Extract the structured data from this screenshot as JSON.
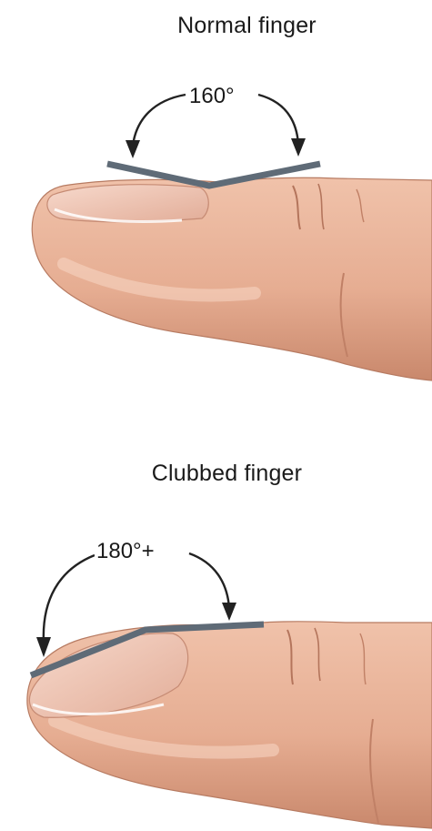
{
  "figure": {
    "panels": [
      {
        "title": "Normal finger",
        "angle": "160°"
      },
      {
        "title": "Clubbed finger",
        "angle": "180°+"
      }
    ]
  },
  "colors": {
    "skin": "#e8b49a",
    "skin_shadow": "#c98a6e",
    "nail": "#f2cfc0",
    "nail_edge": "#ffffff",
    "ruler": "#5f6b77",
    "arrow": "#222222"
  }
}
